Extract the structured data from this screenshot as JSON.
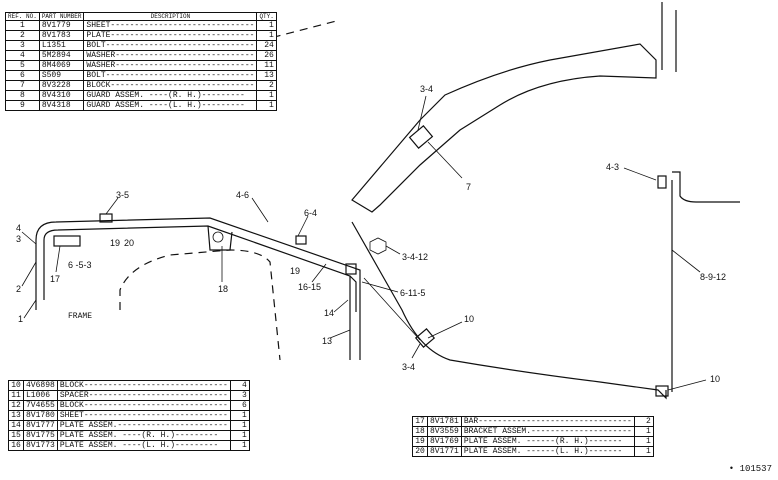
{
  "table_top": {
    "headers": {
      "ref": "REF. NO.",
      "part": "PART NUMBER",
      "desc": "DESCRIPTION",
      "qty": "QTY."
    },
    "rows": [
      {
        "ref": "1",
        "part": "8V1779",
        "desc": "SHEET------------------------------",
        "qty": "1"
      },
      {
        "ref": "2",
        "part": "8V1783",
        "desc": "PLATE------------------------------",
        "qty": "1"
      },
      {
        "ref": "3",
        "part": "L1351",
        "desc": "BOLT-------------------------------",
        "qty": "24"
      },
      {
        "ref": "4",
        "part": "5M2894",
        "desc": "WASHER-----------------------------",
        "qty": "26"
      },
      {
        "ref": "5",
        "part": "8M4069",
        "desc": "WASHER-----------------------------",
        "qty": "11"
      },
      {
        "ref": "6",
        "part": "S509",
        "desc": "BOLT-------------------------------",
        "qty": "13"
      },
      {
        "ref": "7",
        "part": "8V3228",
        "desc": "BLOCK------------------------------",
        "qty": "2"
      },
      {
        "ref": "8",
        "part": "8V4310",
        "desc": "GUARD ASSEM. ----(R. H.)---------",
        "qty": "1"
      },
      {
        "ref": "9",
        "part": "8V4318",
        "desc": "GUARD ASSEM. ----(L. H.)---------",
        "qty": "1"
      }
    ]
  },
  "table_mid": {
    "rows": [
      {
        "ref": "10",
        "part": "4V6898",
        "desc": "BLOCK------------------------------",
        "qty": "4"
      },
      {
        "ref": "11",
        "part": "L1006",
        "desc": "SPACER-----------------------------",
        "qty": "3"
      },
      {
        "ref": "12",
        "part": "7V4655",
        "desc": "BLOCK------------------------------",
        "qty": "6"
      },
      {
        "ref": "13",
        "part": "8V1780",
        "desc": "SHEET------------------------------",
        "qty": "1"
      },
      {
        "ref": "14",
        "part": "8V1777",
        "desc": "PLATE ASSEM.-----------------------",
        "qty": "1"
      },
      {
        "ref": "15",
        "part": "8V1775",
        "desc": "PLATE ASSEM. ----(R. H.)---------",
        "qty": "1"
      },
      {
        "ref": "16",
        "part": "8V1773",
        "desc": "PLATE ASSEM. ----(L. H.)---------",
        "qty": "1"
      }
    ]
  },
  "table_bot": {
    "rows": [
      {
        "ref": "17",
        "part": "8V1781",
        "desc": "BAR--------------------------------",
        "qty": "2"
      },
      {
        "ref": "18",
        "part": "8V3559",
        "desc": "BRACKET ASSEM.---------------------",
        "qty": "1"
      },
      {
        "ref": "19",
        "part": "8V1769",
        "desc": "PLATE ASSEM. ------(R. H.)-------",
        "qty": "1"
      },
      {
        "ref": "20",
        "part": "8V1771",
        "desc": "PLATE ASSEM. ------(L. H.)-------",
        "qty": "1"
      }
    ]
  },
  "callouts": {
    "c_3_4_top": "3-4",
    "c_7": "7",
    "c_4_3": "4-3",
    "c_8_9_12": "8-9-12",
    "c_3_5": "3-5",
    "c_4_6": "4-6",
    "c_6_4": "6-4",
    "c_3_4_12": "3-4-12",
    "c_4": "4",
    "c_3": "3",
    "c_2": "2",
    "c_1": "1",
    "c_17": "17",
    "c_6_5_3": "6 -5-3",
    "c_19a": "19",
    "c_20": "20",
    "c_18": "18",
    "c_19b": "19",
    "c_16_15": "16-15",
    "c_6_11_5": "6-11-5",
    "c_14": "14",
    "c_13": "13",
    "c_10a": "10",
    "c_3_4_low": "3-4",
    "c_10b": "10",
    "frame": "FRAME"
  },
  "serial": "• 101537"
}
